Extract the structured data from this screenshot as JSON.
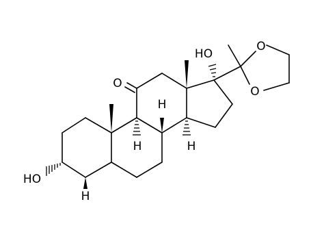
{
  "molecule": {
    "atom_labels": {
      "ketone_o": "O",
      "oh_3": "HO",
      "oh_17": "HO",
      "ring_o_top": "O",
      "ring_o_bottom": "O",
      "h_5": "H",
      "h_8": "H",
      "h_9": "H",
      "h_14": "H"
    }
  }
}
